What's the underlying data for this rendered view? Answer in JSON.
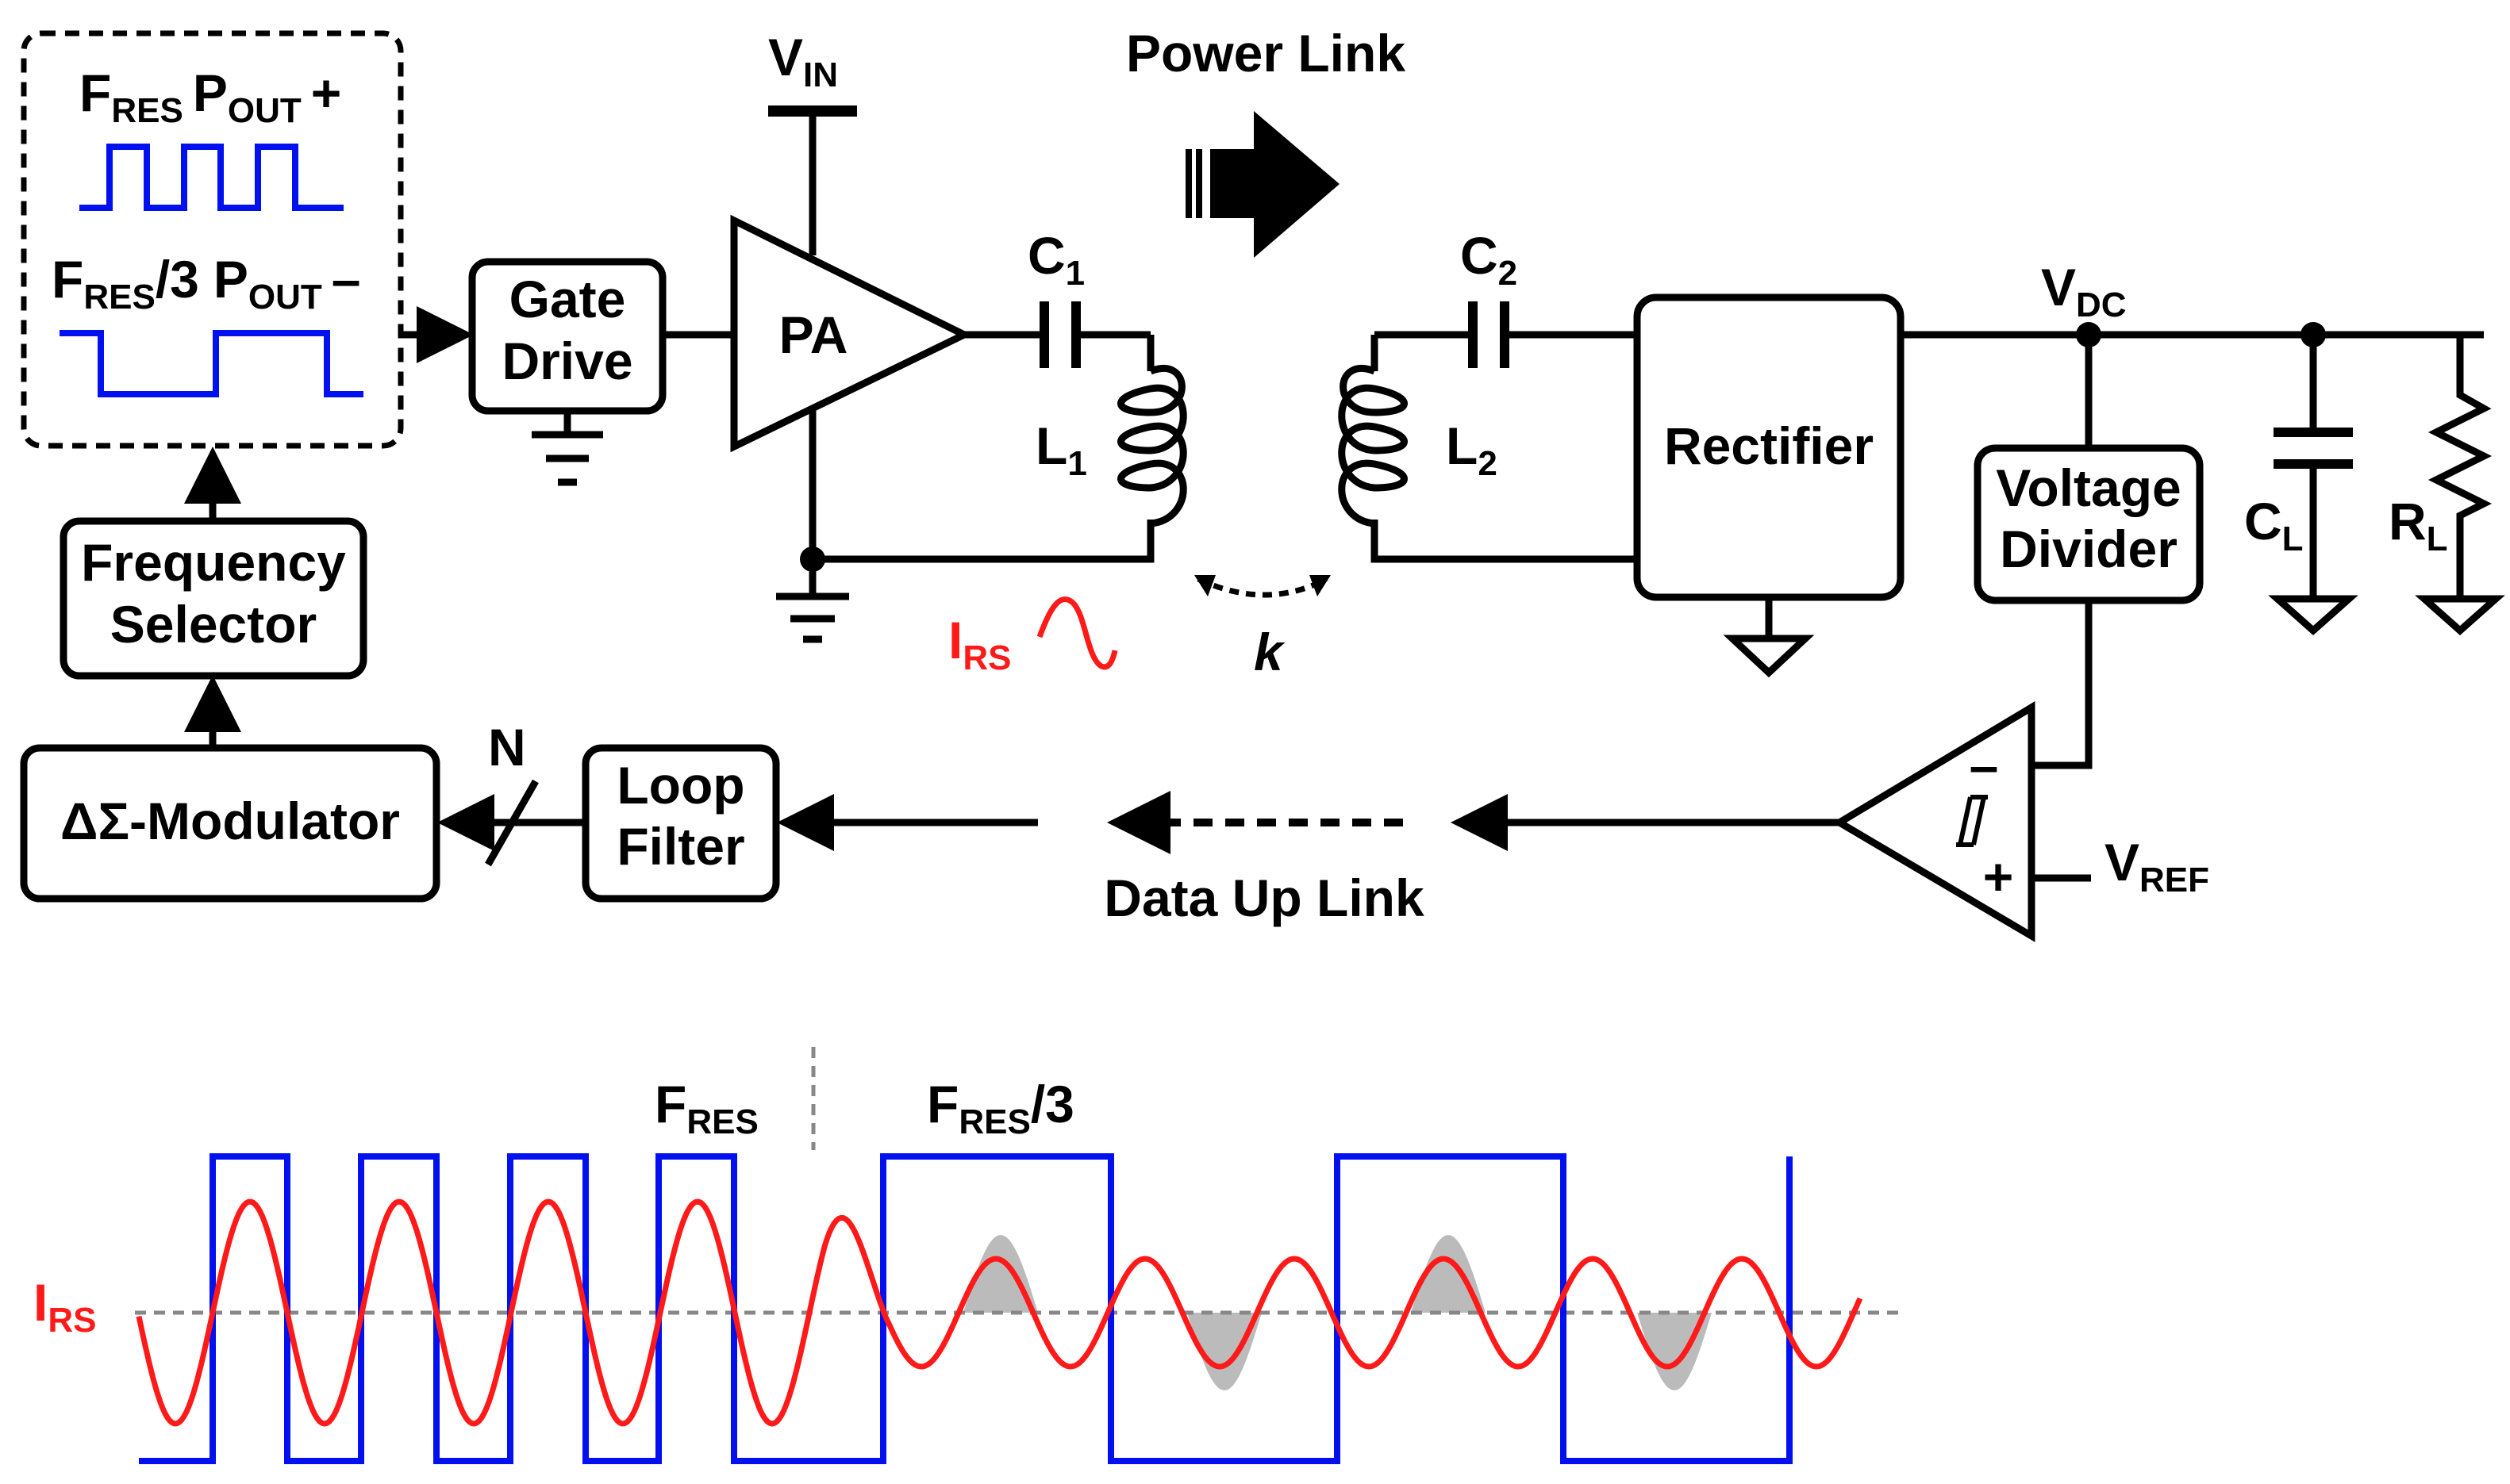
{
  "colors": {
    "wire": "#000000",
    "blue_wave": "#0010ee",
    "red_current": "#ff1a1a",
    "shade": "#bbbbbb",
    "dashed_ref": "#888888"
  },
  "legend": {
    "pout_plus": {
      "f": "F",
      "f_sub": "RES",
      "p": "P",
      "p_sub": "OUT",
      "sign": "+"
    },
    "pout_minus": {
      "f": "F",
      "f_sub": "RES",
      "div": "/3",
      "p": "P",
      "p_sub": "OUT",
      "sign": "–"
    }
  },
  "blocks": {
    "gate_drive": [
      "Gate",
      "Drive"
    ],
    "pa": "PA",
    "rectifier": "Rectifier",
    "voltage_divider": [
      "Voltage",
      "Divider"
    ],
    "frequency_selector": [
      "Frequency",
      "Selector"
    ],
    "modulator": "ΔΣ-Modulator",
    "loop_filter": [
      "Loop",
      "Filter"
    ]
  },
  "labels": {
    "vin": "V",
    "vin_sub": "IN",
    "power_link": "Power Link",
    "c1": "C",
    "c1_sub": "1",
    "c2": "C",
    "c2_sub": "2",
    "l1": "L",
    "l1_sub": "1",
    "l2": "L",
    "l2_sub": "2",
    "vdc": "V",
    "vdc_sub": "DC",
    "cl": "C",
    "cl_sub": "L",
    "rl": "R",
    "rl_sub": "L",
    "k": "k",
    "irs": "I",
    "irs_sub": "RS",
    "n": "N",
    "minus": "–",
    "plus": "+",
    "vref": "V",
    "vref_sub": "REF",
    "data_up_link": "Data Up Link"
  },
  "waveform": {
    "fres": "F",
    "fres_sub": "RES",
    "fres3": "F",
    "fres3_sub": "RES",
    "fres3_div": "/3",
    "irs": "I",
    "irs_sub": "RS"
  }
}
